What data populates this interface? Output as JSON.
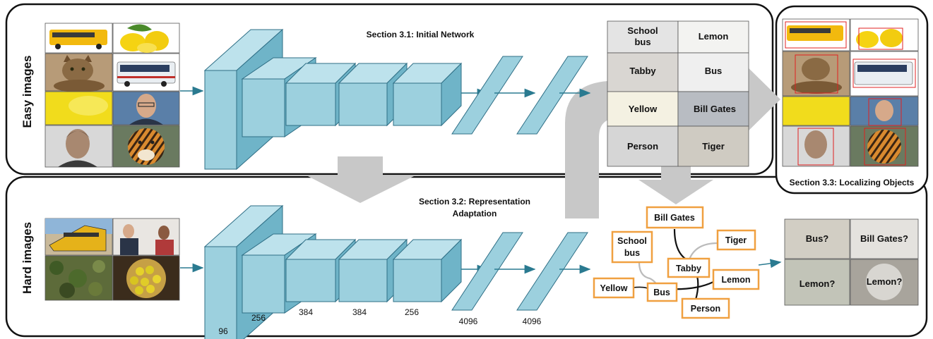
{
  "sections": {
    "initial": "Section 3.1: Initial Network",
    "adaptation_line1": "Section 3.2: Representation",
    "adaptation_line2": "Adaptation",
    "localizing": "Section 3.3: Localizing Objects"
  },
  "rows": {
    "easy": "Easy images",
    "hard": "Hard images"
  },
  "layer_sizes": [
    "96",
    "256",
    "384",
    "384",
    "256",
    "4096",
    "4096"
  ],
  "easy_labels": [
    {
      "line1": "School",
      "line2": "bus"
    },
    {
      "line1": "Lemon",
      "line2": ""
    },
    {
      "line1": "Tabby",
      "line2": ""
    },
    {
      "line1": "Bus",
      "line2": ""
    },
    {
      "line1": "Yellow",
      "line2": ""
    },
    {
      "line1": "Bill Gates",
      "line2": ""
    },
    {
      "line1": "Person",
      "line2": ""
    },
    {
      "line1": "Tiger",
      "line2": ""
    }
  ],
  "graph_nodes": [
    {
      "line1": "Bill Gates",
      "line2": ""
    },
    {
      "line1": "School",
      "line2": "bus"
    },
    {
      "line1": "Tiger",
      "line2": ""
    },
    {
      "line1": "Tabby",
      "line2": ""
    },
    {
      "line1": "Lemon",
      "line2": ""
    },
    {
      "line1": "Yellow",
      "line2": ""
    },
    {
      "line1": "Bus",
      "line2": ""
    },
    {
      "line1": "Person",
      "line2": ""
    }
  ],
  "hard_predictions": [
    "Bus?",
    "Bill Gates?",
    "Lemon?",
    "Lemon?"
  ],
  "colors": {
    "block_face": "#9cd0de",
    "block_top": "#bde2ec",
    "block_side": "#6fb4c8",
    "block_edge": "#2f6f86",
    "node_border": "#f0a040",
    "big_arrow": "#c8c8c8",
    "panel_border": "#111111"
  }
}
